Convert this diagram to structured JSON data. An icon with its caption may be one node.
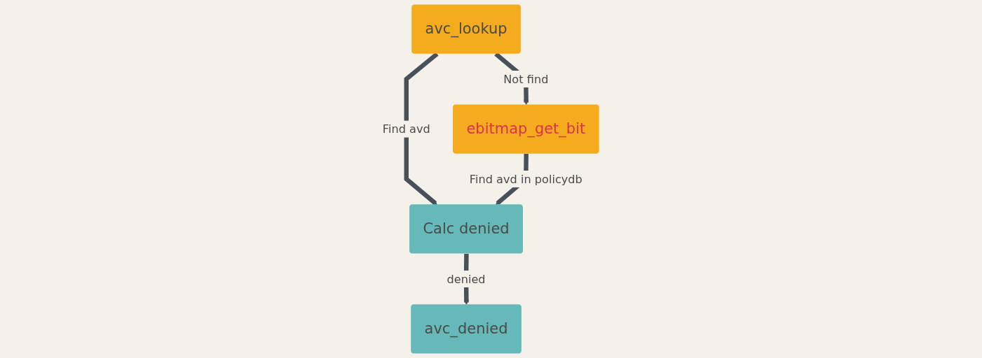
{
  "diagram": {
    "nodes": [
      {
        "text": [
          "avc_lookup"
        ]
      },
      {
        "text": [
          "ebitmap_get_bit"
        ]
      },
      {
        "text": [
          "Calc denied"
        ]
      },
      {
        "text": [
          "avc_denied"
        ]
      }
    ],
    "edges": [
      {
        "from": 0,
        "to": 1,
        "arrow": "to",
        "label": "Not find"
      },
      {
        "from": 0,
        "to": 2,
        "arrow": "to",
        "label": "Find avd"
      },
      {
        "from": 1,
        "to": 2,
        "arrow": "to",
        "label": "Find avd in policydb"
      },
      {
        "from": 2,
        "to": 3,
        "arrow": "to",
        "label": "denied"
      }
    ]
  }
}
